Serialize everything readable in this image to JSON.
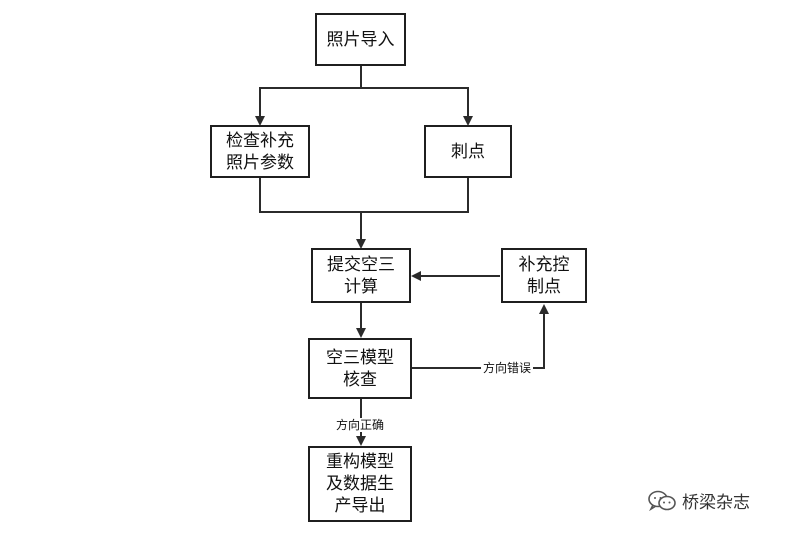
{
  "nodes": {
    "import": "照片导入",
    "check_params": "检查补充\n照片参数",
    "tie_points": "刺点",
    "submit_aerotri": "提交空三\n计算",
    "add_control": "补充控\n制点",
    "model_check": "空三模型\n核查",
    "reconstruct": "重构模型\n及数据生\n产导出"
  },
  "edges": {
    "wrong_direction": "方向错误",
    "correct_direction": "方向正确"
  },
  "watermark": {
    "text": "桥梁杂志",
    "icon": "wechat-icon"
  },
  "colors": {
    "line": "#2b2b2b",
    "border": "#1f1f1f",
    "text": "#111111"
  }
}
